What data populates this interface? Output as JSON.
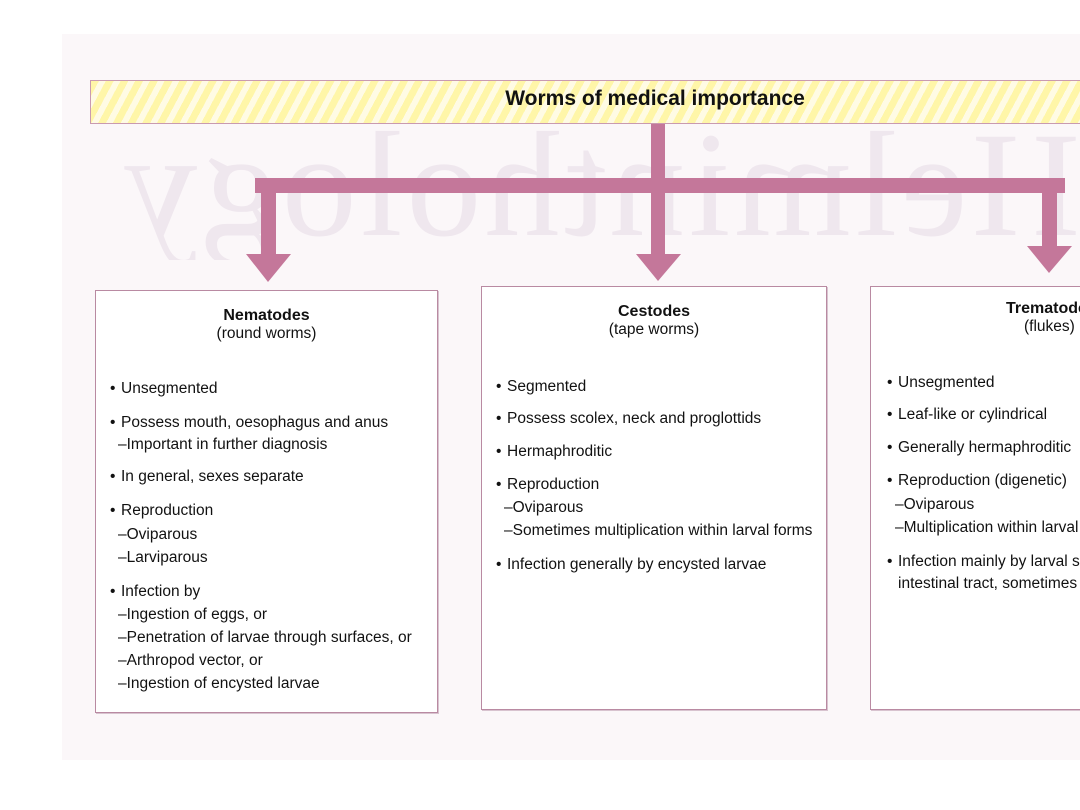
{
  "title": "Worms of medical importance",
  "watermark": "Helminthology",
  "colors": {
    "connector": "#c4779a",
    "title_stripe": "#fff6a8",
    "box_border": "#b98aa2"
  },
  "groups": [
    {
      "name": "Nematodes",
      "subtitle": "(round worms)",
      "items": [
        {
          "text": "Unsegmented",
          "subs": []
        },
        {
          "text": "Possess mouth, oesophagus and anus",
          "subs": [
            "Important in further diagnosis"
          ]
        },
        {
          "text": "In general, sexes separate",
          "subs": []
        },
        {
          "text": "Reproduction",
          "subs": [
            "Oviparous",
            "Larviparous"
          ]
        },
        {
          "text": "Infection by",
          "subs": [
            "Ingestion of eggs, or",
            "Penetration of larvae through surfaces, or",
            "Arthropod vector, or",
            "Ingestion of encysted larvae"
          ]
        }
      ]
    },
    {
      "name": "Cestodes",
      "subtitle": "(tape worms)",
      "items": [
        {
          "text": "Segmented",
          "subs": []
        },
        {
          "text": "Possess scolex, neck and proglottids",
          "subs": []
        },
        {
          "text": "Hermaphroditic",
          "subs": []
        },
        {
          "text": "Reproduction",
          "subs": [
            "Oviparous",
            "Sometimes multiplication within larval forms"
          ]
        },
        {
          "text": "Infection generally by encysted larvae",
          "subs": []
        }
      ]
    },
    {
      "name": "Trematodes",
      "subtitle": "(flukes)",
      "items": [
        {
          "text": "Unsegmented",
          "subs": []
        },
        {
          "text": "Leaf-like or cylindrical",
          "subs": []
        },
        {
          "text": "Generally hermaphroditic",
          "subs": []
        },
        {
          "text": "Reproduction (digenetic)",
          "subs": [
            "Oviparous",
            "Multiplication within larval forms"
          ]
        },
        {
          "text": "Infection mainly by larval stages",
          "subs": [],
          "cont": "intestinal tract, sometimes"
        }
      ]
    }
  ]
}
